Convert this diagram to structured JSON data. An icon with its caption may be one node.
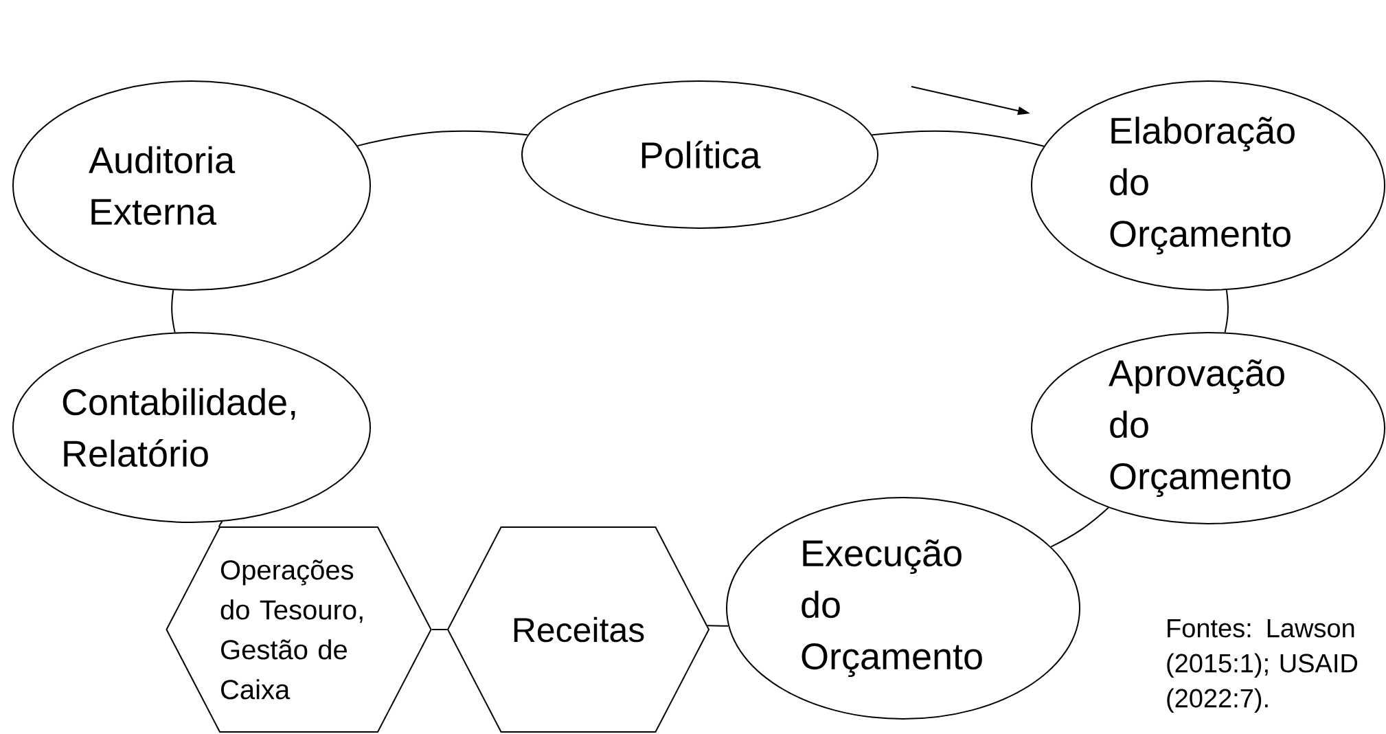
{
  "diagram": {
    "nodes": [
      {
        "text": [
          "Política"
        ]
      },
      {
        "text": [
          "Elaboração do Orçamento"
        ]
      },
      {
        "text": [
          "Aprovação do Orçamento"
        ]
      },
      {
        "text": [
          "Execução do Orçamento"
        ]
      },
      {
        "text": [
          "Receitas"
        ]
      },
      {
        "text": [
          "Operações do Tesouro, Gestão de Caixa"
        ]
      },
      {
        "text": [
          "Contabilidade, Relatório"
        ]
      },
      {
        "text": [
          "Auditoria Externa"
        ]
      }
    ],
    "edges": [
      {
        "from": 0,
        "to": 1,
        "arrow": "none"
      },
      {
        "from": 1,
        "to": 2,
        "arrow": "none"
      },
      {
        "from": 2,
        "to": 3,
        "arrow": "none"
      },
      {
        "from": 3,
        "to": 4,
        "arrow": "none"
      },
      {
        "from": 4,
        "to": 5,
        "arrow": "none"
      },
      {
        "from": 5,
        "to": 6,
        "arrow": "none"
      },
      {
        "from": 6,
        "to": 7,
        "arrow": "none"
      },
      {
        "from": 7,
        "to": 0,
        "arrow": "none"
      }
    ],
    "labels": [
      "Fontes: Lawson (2015:1); USAID (2022:7)."
    ]
  }
}
